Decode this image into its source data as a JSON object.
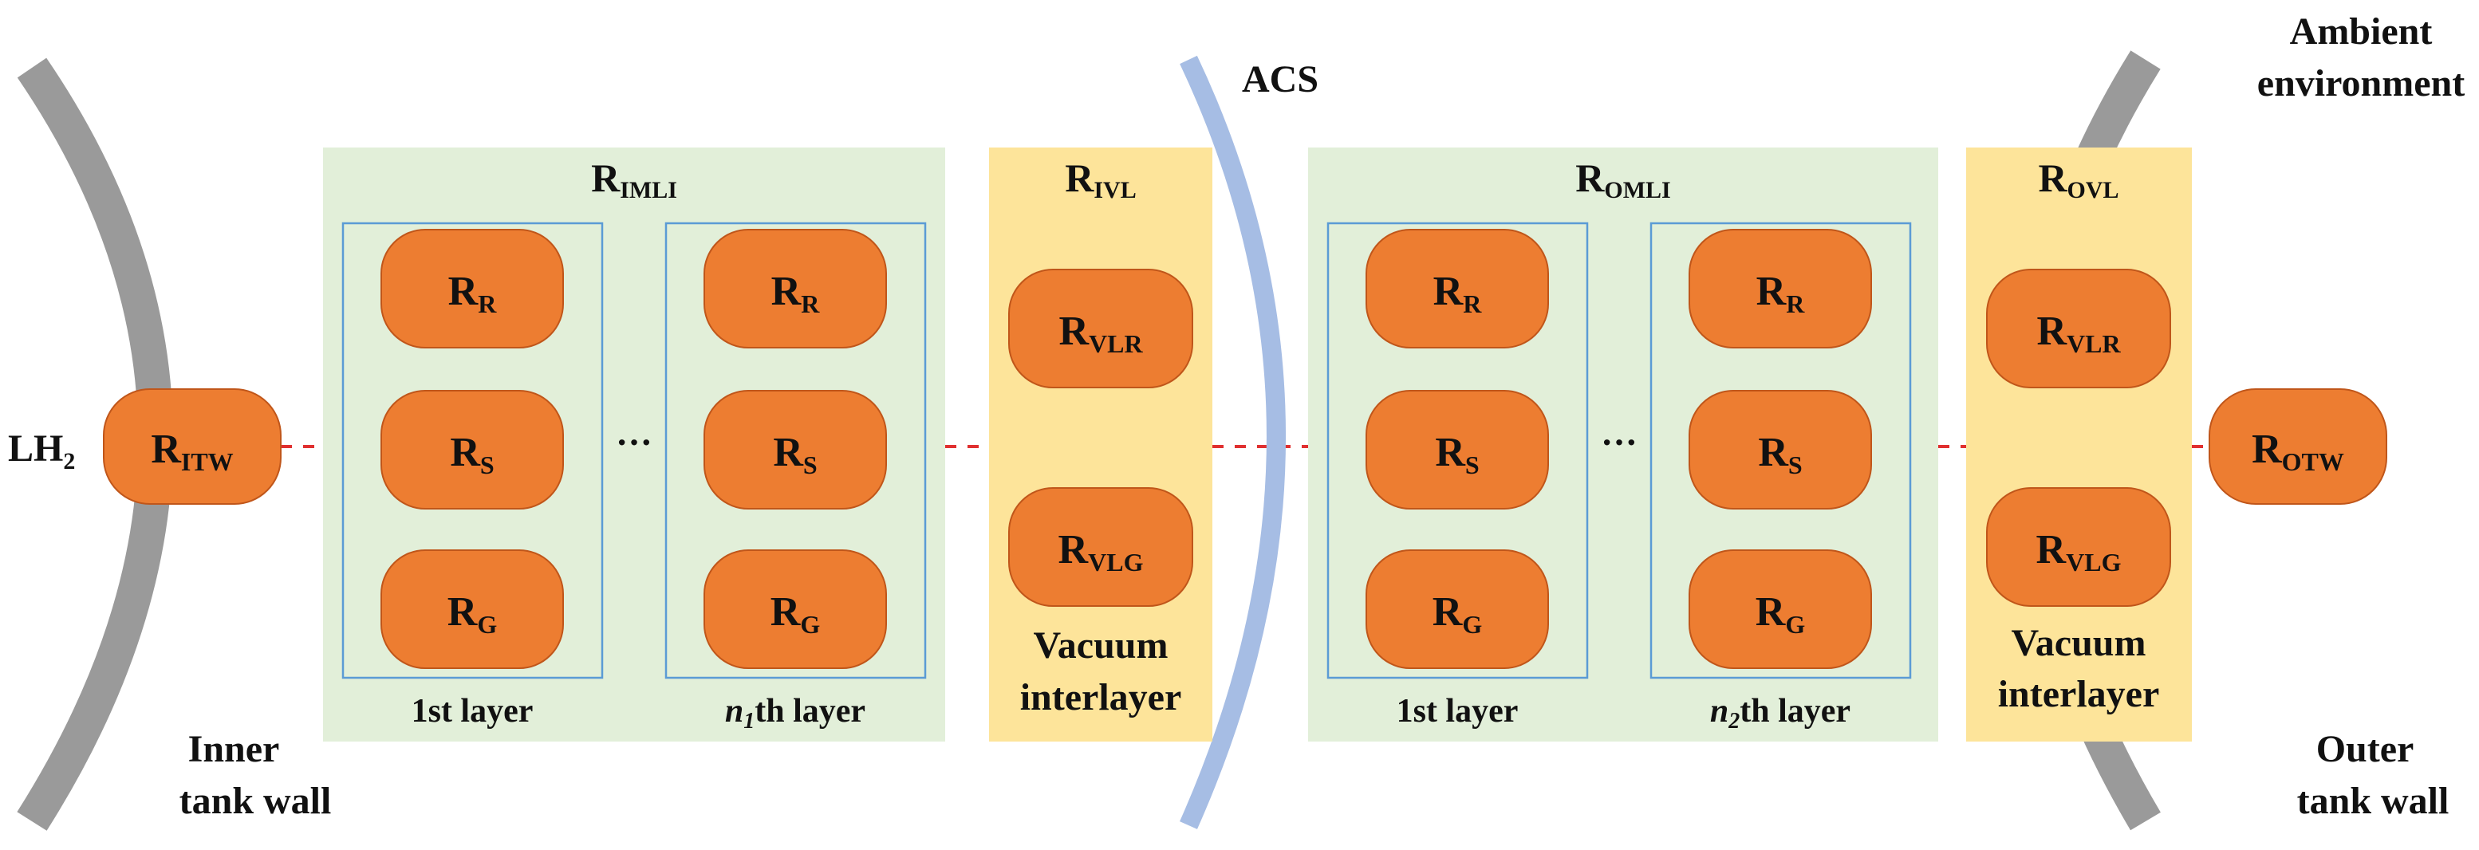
{
  "labels": {
    "medium": "LH",
    "medium_sub": "2",
    "acs": "ACS",
    "ambient_line1": "Ambient",
    "ambient_line2": "environment",
    "inner_wall_line1": "Inner",
    "inner_wall_line2": "tank wall",
    "outer_wall_line1": "Outer",
    "outer_wall_line2": "tank wall",
    "ellipsis": "···"
  },
  "end_resistors": {
    "itw": {
      "main": "R",
      "sub": "ITW"
    },
    "otw": {
      "main": "R",
      "sub": "OTW"
    }
  },
  "imli": {
    "title": {
      "main": "R",
      "sub": "IMLI"
    },
    "layer1_label": "1st layer",
    "layerN_prefix": "n",
    "layerN_sub": "1",
    "layerN_suffix": "th layer",
    "resistors": [
      {
        "main": "R",
        "sub": "R"
      },
      {
        "main": "R",
        "sub": "S"
      },
      {
        "main": "R",
        "sub": "G"
      }
    ]
  },
  "ivl": {
    "title": {
      "main": "R",
      "sub": "IVL"
    },
    "resistors": [
      {
        "main": "R",
        "sub": "VLR"
      },
      {
        "main": "R",
        "sub": "VLG"
      }
    ],
    "caption_line1": "Vacuum",
    "caption_line2": "interlayer"
  },
  "omli": {
    "title": {
      "main": "R",
      "sub": "OMLI"
    },
    "layer1_label": "1st layer",
    "layerN_prefix": "n",
    "layerN_sub": "2",
    "layerN_suffix": "th layer",
    "resistors": [
      {
        "main": "R",
        "sub": "R"
      },
      {
        "main": "R",
        "sub": "S"
      },
      {
        "main": "R",
        "sub": "G"
      }
    ]
  },
  "ovl": {
    "title": {
      "main": "R",
      "sub": "OVL"
    },
    "resistors": [
      {
        "main": "R",
        "sub": "VLR"
      },
      {
        "main": "R",
        "sub": "VLG"
      }
    ],
    "caption_line1": "Vacuum",
    "caption_line2": "interlayer"
  },
  "colors": {
    "wall_gray": "#9a9a9a",
    "acs_blue": "#a6bde4",
    "mli_green": "#e2efd9",
    "vacuum_yellow": "#fde49a",
    "resistor_orange": "#ed7d31",
    "resistor_border": "#c0561a",
    "layer_border": "#5b9bd5",
    "dash_red": "#e03030"
  }
}
